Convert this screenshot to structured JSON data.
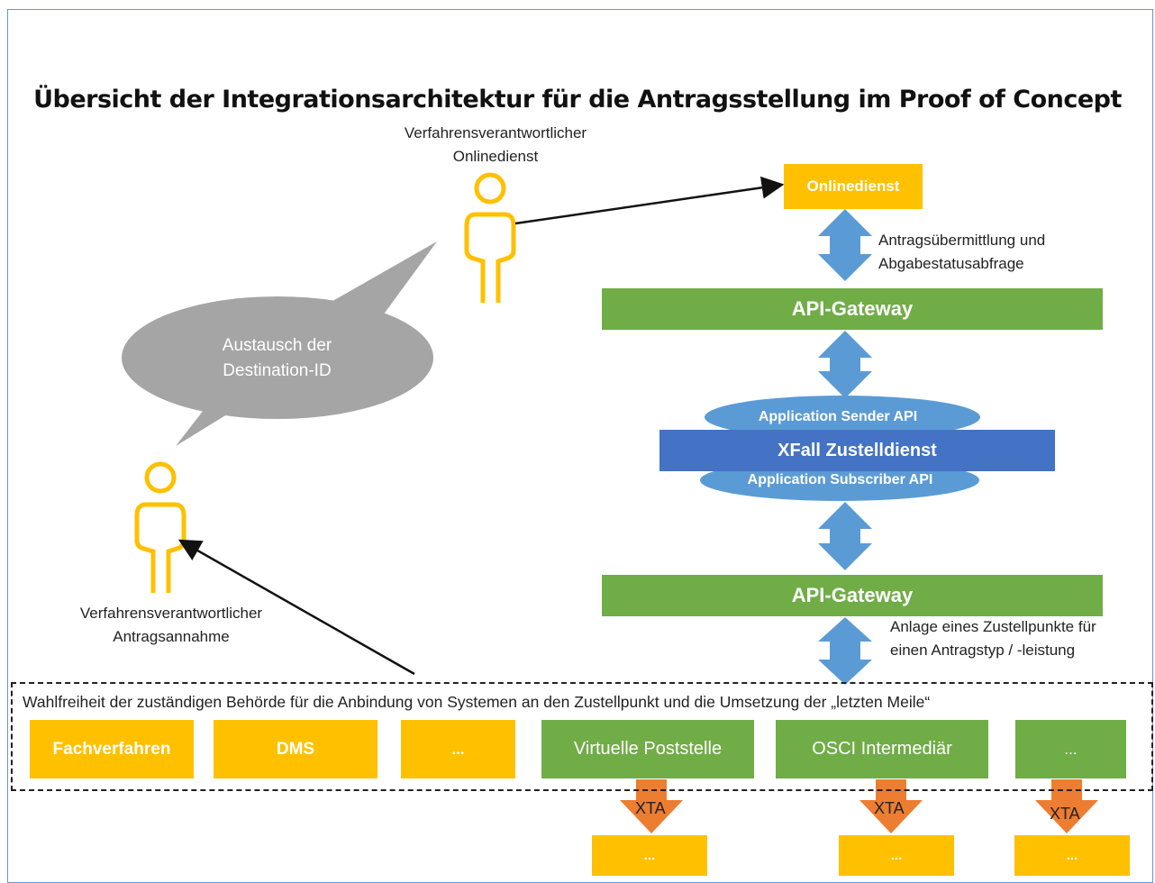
{
  "title": "Übersicht der Integrationsarchitektur für die Antragsstellung  im Proof of Concept",
  "actors": {
    "online": {
      "line1": "Verfahrensverantwortlicher",
      "line2": "Onlinedienst"
    },
    "intake": {
      "line1": "Verfahrensverantwortlicher",
      "line2": "Antragsannahme"
    }
  },
  "bubble": {
    "line1": "Austausch der",
    "line2": "Destination-ID"
  },
  "onlinedienst": "Onlinedienst",
  "arrow_label_1": {
    "line1": "Antragsübermittlung und",
    "line2": "Abgabestatusabfrage"
  },
  "api_gateway_top": "API-Gateway",
  "application_sender_api": "Application Sender API",
  "xfall": "XFall Zustelldienst",
  "application_subscriber_api": "Application Subscriber API",
  "api_gateway_bottom": "API-Gateway",
  "arrow_label_2": {
    "line1": "Anlage eines Zustellpunkte für",
    "line2": "einen Antragstyp / -leistung"
  },
  "choice_text": "Wahlfreiheit  der zuständigen Behörde für die Anbindung von Systemen an den Zustellpunkt und die Umsetzung der „letzten Meile“",
  "systems": [
    {
      "label": "Fachverfahren",
      "color": "#ffc000"
    },
    {
      "label": "DMS",
      "color": "#ffc000"
    },
    {
      "label": "...",
      "color": "#ffc000"
    },
    {
      "label": "Virtuelle Poststelle",
      "color": "#70ad47"
    },
    {
      "label": "OSCI Intermediär",
      "color": "#70ad47"
    },
    {
      "label": "...",
      "color": "#70ad47"
    }
  ],
  "xta": [
    "XTA",
    "XTA",
    "XTA"
  ],
  "bottom_boxes": [
    "...",
    "...",
    "..."
  ],
  "colors": {
    "yellow": "#ffc000",
    "green": "#70ad47",
    "blue": "#4472c4",
    "light_blue": "#5b9bd5",
    "orange": "#ed7d31",
    "gray": "#a5a5a5"
  }
}
